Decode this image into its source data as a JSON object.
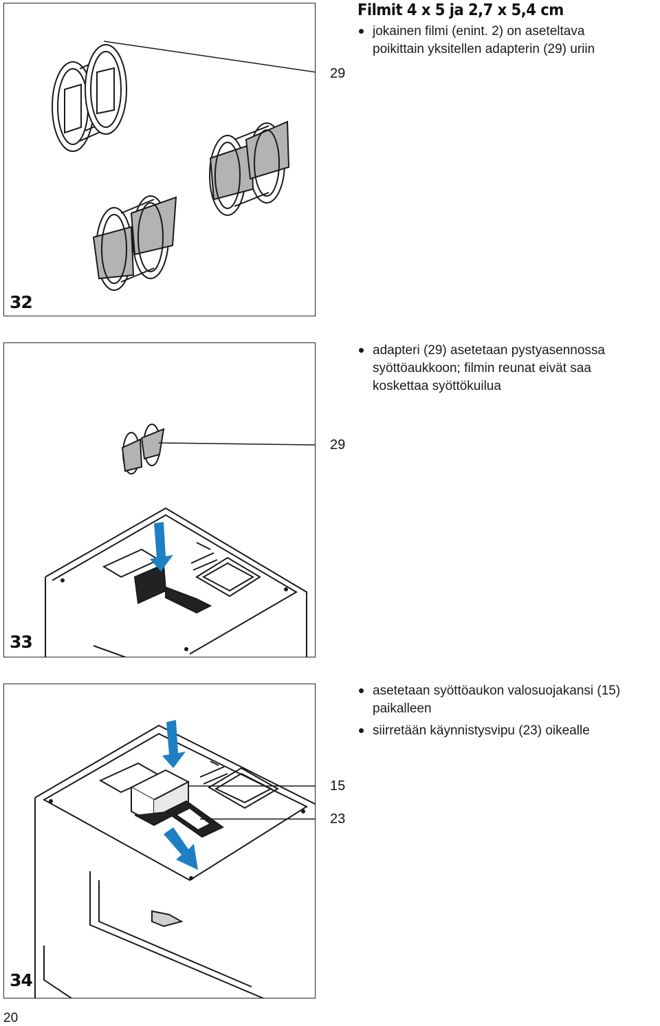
{
  "heading": "Filmit 4 x 5 ja 2,7 x 5,4 cm",
  "figures": [
    {
      "number": "32",
      "callouts": [
        "29"
      ],
      "bullets": [
        "jokainen filmi (enint. 2) on aseteltava poikittain yksitellen adapterin (29) uriin"
      ]
    },
    {
      "number": "33",
      "callouts": [
        "29"
      ],
      "bullets": [
        "adapteri (29) asetetaan pystyasennossa syöttöaukkoon; filmin reunat eivät saa koskettaa syöttökuilua"
      ]
    },
    {
      "number": "34",
      "callouts": [
        "15",
        "23"
      ],
      "bullets": [
        "asetetaan syöttöaukon valosuojakansi (15) paikalleen",
        "siirretään käynnistysvipu (23) oikealle"
      ]
    }
  ],
  "page_number": "20",
  "colors": {
    "arrow_blue": "#1e7fc4",
    "film_gray": "#b3b3b3",
    "line": "#1a1a1a"
  }
}
